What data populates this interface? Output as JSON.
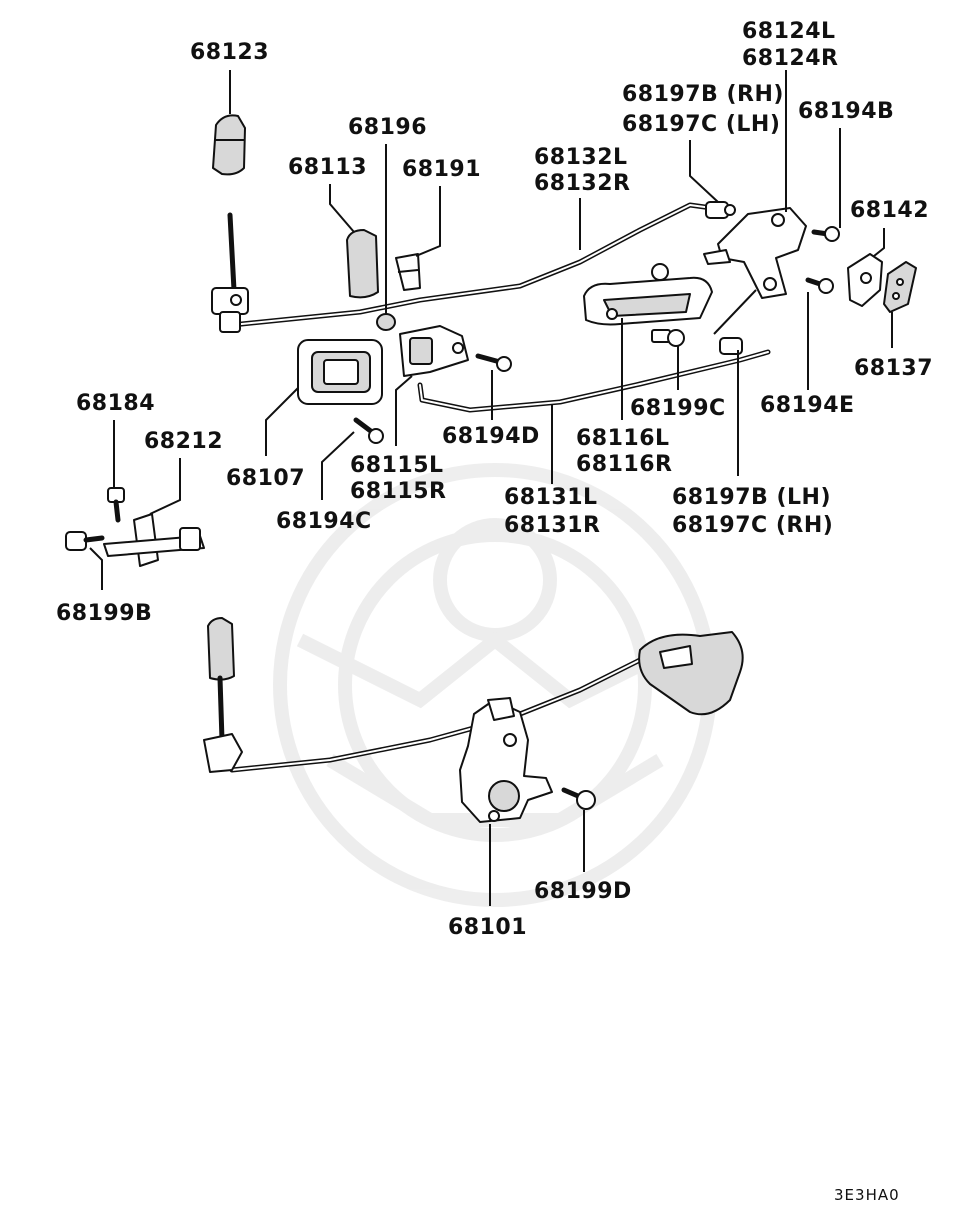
{
  "diagram": {
    "labels": {
      "p68123": "68123",
      "p68124L": "68124L",
      "p68124R": "68124R",
      "p68197B_RH": "68197B (RH)",
      "p68197C_LH": "68197C (LH)",
      "p68194B": "68194B",
      "p68196": "68196",
      "p68113": "68113",
      "p68191": "68191",
      "p68132L": "68132L",
      "p68132R": "68132R",
      "p68142": "68142",
      "p68137": "68137",
      "p68194E": "68194E",
      "p68199C": "68199C",
      "p68116L": "68116L",
      "p68116R": "68116R",
      "p68194D": "68194D",
      "p68107": "68107",
      "p68115L": "68115L",
      "p68115R": "68115R",
      "p68184": "68184",
      "p68212": "68212",
      "p68194C": "68194C",
      "p68131L": "68131L",
      "p68131R": "68131R",
      "p68197B_LH": "68197B (LH)",
      "p68197C_RH": "68197C (RH)",
      "p68199B": "68199B",
      "p68199D": "68199D",
      "p68101": "68101"
    },
    "code": "3E3HA0"
  }
}
